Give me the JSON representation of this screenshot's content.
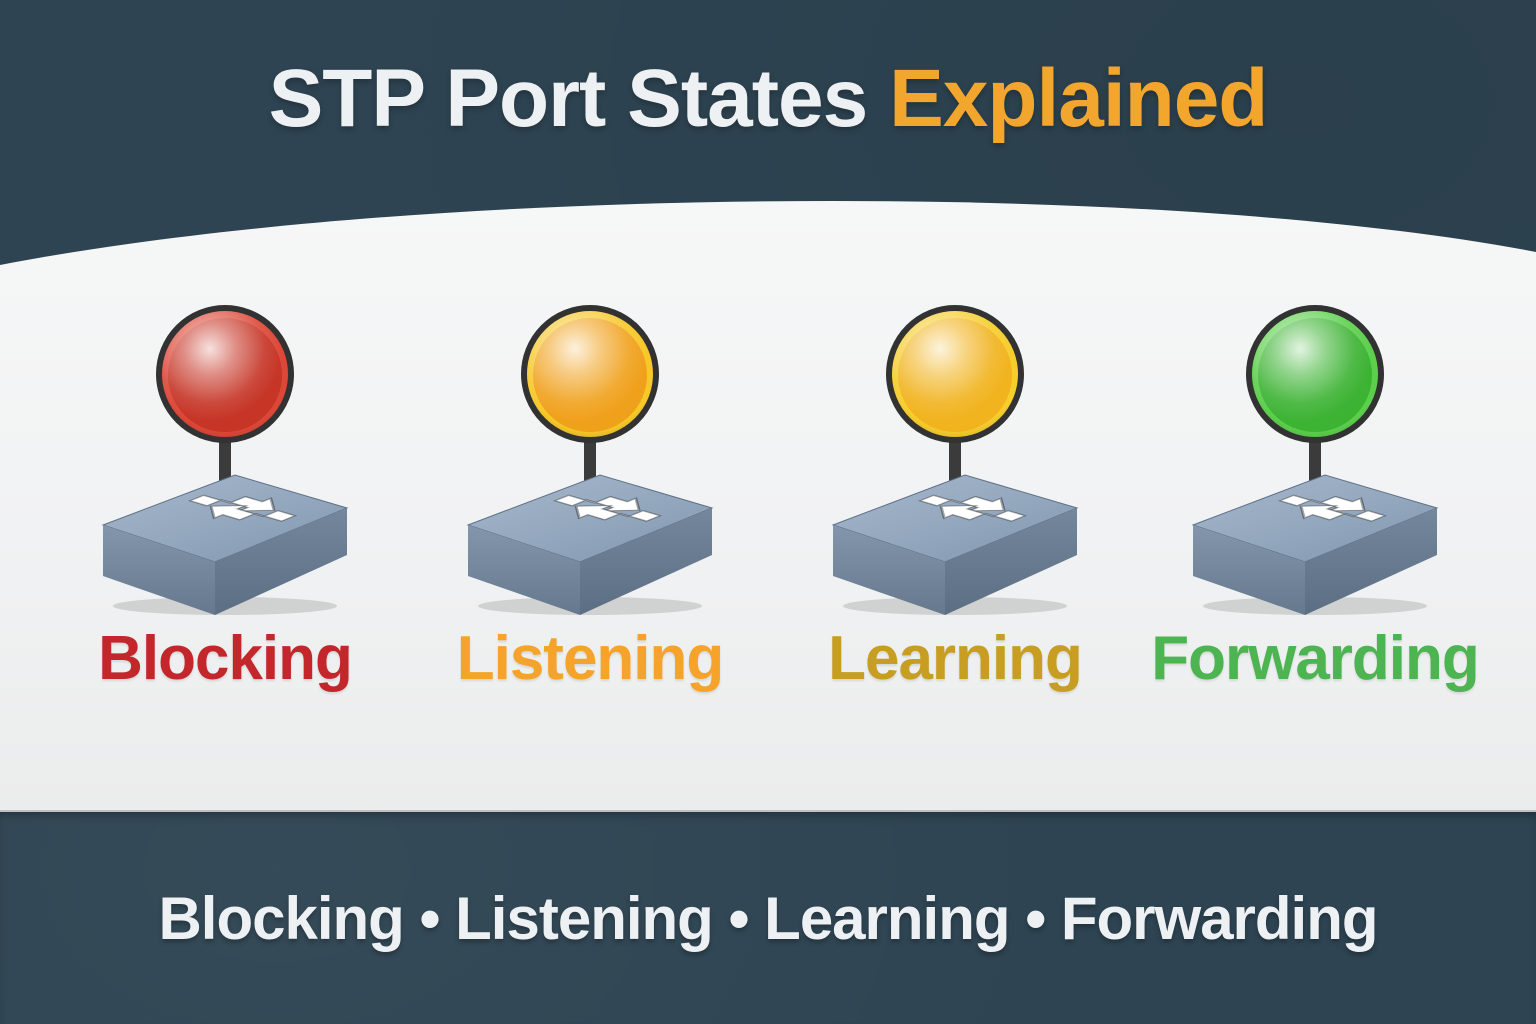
{
  "title": {
    "main": "STP Port States",
    "highlight": "Explained"
  },
  "colors": {
    "background": "#2e4452",
    "panel": "#f2f3f4",
    "title_main": "#eef1f3",
    "title_highlight": "#f3a62e",
    "footer_text": "#eef1f3"
  },
  "states": [
    {
      "label": "Blocking",
      "label_color": "#c3272b",
      "sphere_rim": "#dd4737",
      "sphere_fill": "#c63526"
    },
    {
      "label": "Listening",
      "label_color": "#f5a32a",
      "sphere_rim": "#f6c828",
      "sphere_fill": "#f0a11c"
    },
    {
      "label": "Learning",
      "label_color": "#c79e22",
      "sphere_rim": "#f6cd2b",
      "sphere_fill": "#f1b31e"
    },
    {
      "label": "Forwarding",
      "label_color": "#4cb450",
      "sphere_rim": "#5ccf4b",
      "sphere_fill": "#3db334"
    }
  ],
  "footer": {
    "text": "Blocking • Listening • Learning • Forwarding"
  }
}
